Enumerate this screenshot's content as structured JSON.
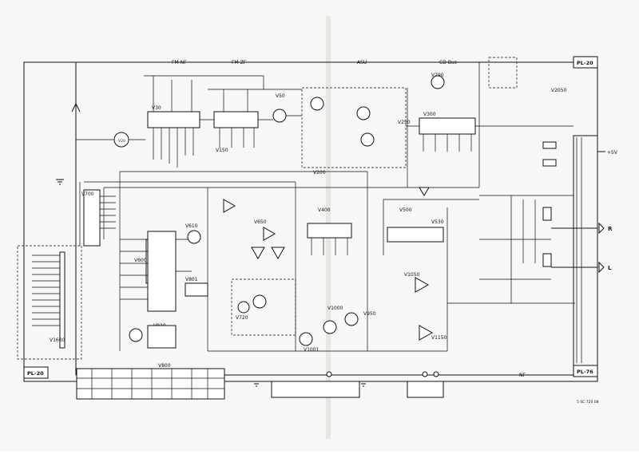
{
  "bus_labels": {
    "fm_nf": "FM-NF",
    "fm_zf": "FM-ZF",
    "asu": "ASU",
    "cd_bus": "CD Bus",
    "nf": "NF"
  },
  "panel_labels": {
    "pl20_top": "PL-20",
    "pl20_bottom": "PL-20",
    "pl76": "PL-76"
  },
  "components": {
    "v20": "V20",
    "v30": "V30",
    "v50": "V50",
    "v150": "V150",
    "v200": "V200",
    "v250": "V250",
    "v290": "V290",
    "v300": "V300",
    "v400": "V400",
    "v500": "V500",
    "v530": "V530",
    "v600": "V600",
    "v610": "V610",
    "v650": "V650",
    "v700": "V700",
    "v720": "V720",
    "v800": "V800",
    "v801": "V801",
    "v820": "V820",
    "v950": "V950",
    "v1000": "V1000",
    "v1001": "V1001",
    "v1050": "V1050",
    "v1150": "V1150",
    "v1600": "V1600",
    "v2050": "V2050"
  },
  "connectors": {
    "r": "R",
    "l": "L",
    "plus_5v": "+5V"
  },
  "misc": {
    "drawing_no": "5 SC 720 08"
  }
}
